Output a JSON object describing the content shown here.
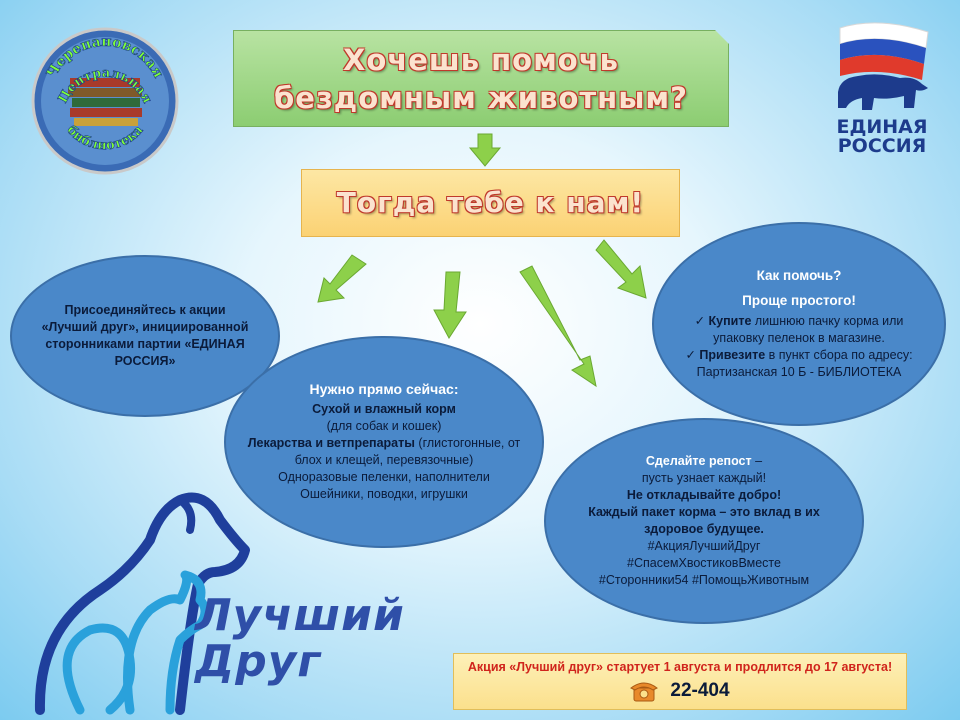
{
  "title": {
    "line1": "Хочешь помочь",
    "line2": "бездомным животным?"
  },
  "subtitle": "Тогда тебе к нам!",
  "library_logo": {
    "text_outer": "Черепановская",
    "text_middle": "Центральная",
    "text_inner": "библиотека"
  },
  "party_logo": {
    "line1": "ЕДИНАЯ",
    "line2": "РОССИЯ"
  },
  "join": {
    "text": "Присоединяйтесь к акции «Лучший друг», инициированной сторонниками партии «ЕДИНАЯ РОССИЯ»"
  },
  "need": {
    "heading": "Нужно прямо сейчас:",
    "item1_bold": "Сухой и влажный корм",
    "item1_rest": "(для собак и кошек)",
    "item2_bold": "Лекарства и ветпрепараты",
    "item2_rest": "(глистогонные, от блох и клещей, перевязочные)",
    "item3": "Одноразовые пеленки, наполнители",
    "item4": "Ошейники, поводки, игрушки"
  },
  "how": {
    "heading1": "Как помочь?",
    "heading2": "Проще простого!",
    "step1_bold": "Купите",
    "step1_rest": "лишнюю пачку корма или упаковку пеленок в магазине.",
    "step2_bold": "Привезите",
    "step2_rest": "в пункт сбора по адресу: Партизанская 10 Б - БИБЛИОТЕКА",
    "check_mark": "✓"
  },
  "repost": {
    "line1_bold": "Сделайте репост",
    "line1_rest": " –",
    "line2": "пусть узнает каждый!",
    "line3": "Не откладывайте добро!",
    "line4": "Каждый пакет корма – это вклад в их здоровое будущее.",
    "tag1": "#АкцияЛучшийДруг",
    "tag2": "#СпасемХвостиковВместе",
    "tag3": "#Сторонники54 #ПомощьЖивотным"
  },
  "info": {
    "text": "Акция «Лучший друг» стартует 1 августа и продлится до 17 августа!",
    "phone": "22-404",
    "phone_icon": "telephone-icon"
  },
  "best_friend_logo": {
    "line1": "Лучший",
    "line2": "Друг"
  },
  "colors": {
    "ellipse": "#4a88c9",
    "arrow": "#8dd04a",
    "title_outline": "#c0392b",
    "info_text": "#d0241c"
  }
}
